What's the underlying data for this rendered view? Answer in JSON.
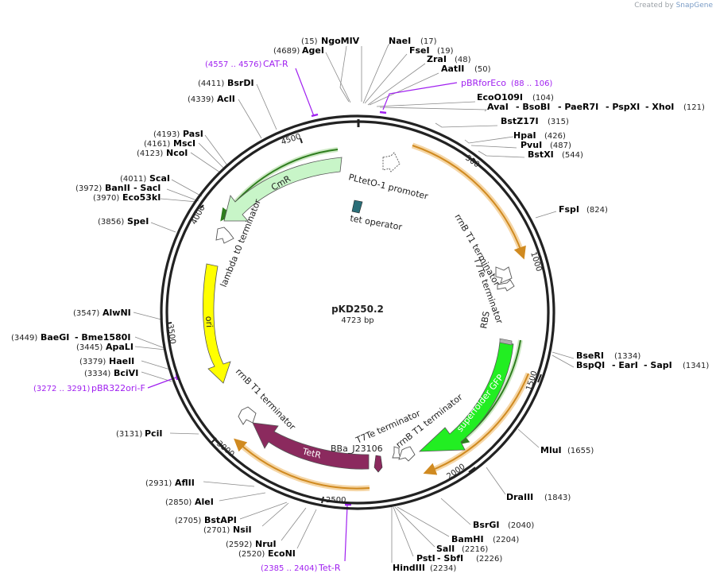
{
  "credit": {
    "prefix": "Created by",
    "brand": "SnapGene"
  },
  "plasmid": {
    "name": "pKD250.2",
    "size_label": "4723 bp",
    "length": 4723
  },
  "ticks": [
    "500",
    "1000",
    "1500",
    "2000",
    "2500",
    "3000",
    "3500",
    "4000",
    "4500"
  ],
  "enzymes": [
    {
      "name": "NgoMIV",
      "pos": "(15)"
    },
    {
      "name": "AgeI",
      "pos": "(4689)"
    },
    {
      "name": "NaeI",
      "pos": "(17)"
    },
    {
      "name": "FseI",
      "pos": "(19)"
    },
    {
      "name": "ZraI",
      "pos": "(48)"
    },
    {
      "name": "AatII",
      "pos": "(50)"
    },
    {
      "name": "EcoO109I",
      "pos": "(104)"
    },
    {
      "name": "AvaI",
      "pos": ""
    },
    {
      "name": "- BsoBI",
      "pos": ""
    },
    {
      "name": "- PaeR7I",
      "pos": ""
    },
    {
      "name": "- PspXI",
      "pos": ""
    },
    {
      "name": "- XhoI",
      "pos": "(121)"
    },
    {
      "name": "BstZ17I",
      "pos": "(315)"
    },
    {
      "name": "HpaI",
      "pos": "(426)"
    },
    {
      "name": "PvuI",
      "pos": "(487)"
    },
    {
      "name": "BstXI",
      "pos": "(544)"
    },
    {
      "name": "FspI",
      "pos": "(824)"
    },
    {
      "name": "BseRI",
      "pos": "(1334)"
    },
    {
      "name": "BspQI",
      "pos": ""
    },
    {
      "name": "- EarI",
      "pos": ""
    },
    {
      "name": "- SapI",
      "pos": "(1341)"
    },
    {
      "name": "MluI",
      "pos": "(1655)"
    },
    {
      "name": "DraIII",
      "pos": "(1843)"
    },
    {
      "name": "BsrGI",
      "pos": "(2040)"
    },
    {
      "name": "BamHI",
      "pos": "(2204)"
    },
    {
      "name": "SalI",
      "pos": "(2216)"
    },
    {
      "name": "PstI",
      "pos": ""
    },
    {
      "name": "- SbfI",
      "pos": "(2226)"
    },
    {
      "name": "HindIII",
      "pos": "(2234)"
    },
    {
      "name": "EcoNI",
      "pos": "(2520)"
    },
    {
      "name": "NruI",
      "pos": "(2592)"
    },
    {
      "name": "NsiI",
      "pos": "(2701)"
    },
    {
      "name": "BstAPI",
      "pos": "(2705)"
    },
    {
      "name": "AleI",
      "pos": "(2850)"
    },
    {
      "name": "AflII",
      "pos": "(2931)"
    },
    {
      "name": "PciI",
      "pos": "(3131)"
    },
    {
      "name": "BciVI",
      "pos": "(3334)"
    },
    {
      "name": "HaeII",
      "pos": "(3379)"
    },
    {
      "name": "ApaLI",
      "pos": "(3445)"
    },
    {
      "name": "BaeGI",
      "pos": "(3449)"
    },
    {
      "name": "- Bme1580I",
      "pos": ""
    },
    {
      "name": "AlwNI",
      "pos": "(3547)"
    },
    {
      "name": "SpeI",
      "pos": "(3856)"
    },
    {
      "name": "Eco53kI",
      "pos": "(3970)"
    },
    {
      "name": "BanII",
      "pos": "(3972)"
    },
    {
      "name": "- SacI",
      "pos": ""
    },
    {
      "name": "ScaI",
      "pos": "(4011)"
    },
    {
      "name": "NcoI",
      "pos": "(4123)"
    },
    {
      "name": "MscI",
      "pos": "(4161)"
    },
    {
      "name": "PasI",
      "pos": "(4193)"
    },
    {
      "name": "AclI",
      "pos": "(4339)"
    },
    {
      "name": "BsrDI",
      "pos": "(4411)"
    }
  ],
  "primers": [
    {
      "name": "CAT-R",
      "range": "(4557 .. 4576)"
    },
    {
      "name": "pBRforEco",
      "range": "(88 .. 106)"
    },
    {
      "name": "pBR322ori-F",
      "range": "(3272 .. 3291)"
    },
    {
      "name": "Tet-R",
      "range": "(2385 .. 2404)"
    }
  ],
  "features": [
    {
      "name": "PLtetO-1 promoter"
    },
    {
      "name": "tet operator"
    },
    {
      "name": "rrnB T1 terminator"
    },
    {
      "name": "T7Te terminator"
    },
    {
      "name": "RBS"
    },
    {
      "name": "superfolder GFP"
    },
    {
      "name": "rrnB T1 terminator"
    },
    {
      "name": "T7Te terminator"
    },
    {
      "name": "BBa_J23106"
    },
    {
      "name": "TetR"
    },
    {
      "name": "rrnB T1 terminator"
    },
    {
      "name": "ori"
    },
    {
      "name": "lambda t0 terminator"
    },
    {
      "name": "CmR"
    }
  ],
  "colors": {
    "backbone": "#222222",
    "enzyme_line": "#888888",
    "primer": "#a020f0",
    "orange_arc": "#d08a20",
    "orange_glow": "#f5d6a6",
    "cmr": "#c8f5c8",
    "ori": "#ffff00",
    "gfp": "#22ee22",
    "tetr": "#8b2a5e",
    "tet_operator": "#2b6e78"
  }
}
